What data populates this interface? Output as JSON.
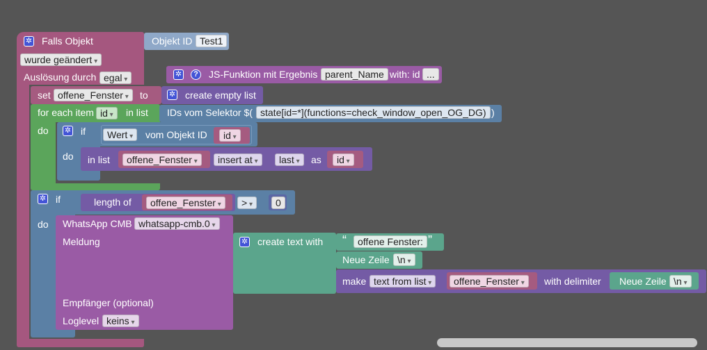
{
  "event": {
    "title": "Falls Objekt",
    "object_id_label": "Objekt ID",
    "object_id_value": "Test1",
    "trigger_value": "wurde geändert",
    "trigger_by_label": "Auslösung durch",
    "trigger_by_value": "egal"
  },
  "js_function": {
    "label": "JS-Funktion mit Ergebnis",
    "name": "parent_Name",
    "with_label": "with: id",
    "more": "..."
  },
  "set_block": {
    "set_label": "set",
    "variable": "offene_Fenster",
    "to_label": "to",
    "create_empty_list": "create empty list"
  },
  "foreach": {
    "label": "for each item",
    "item_var": "id",
    "in_list": "in list",
    "selector_label": "IDs vom Selektor $(",
    "selector_value": "state[id=*](functions=check_window_open_OG_DG)",
    "selector_close": ")",
    "do_label": "do"
  },
  "inner_if": {
    "if_label": "if",
    "wert": "Wert",
    "vom_objekt": "vom Objekt ID",
    "id_var": "id",
    "do_label": "do",
    "in_list": "in list",
    "list_var": "offene_Fenster",
    "insert_at": "insert at",
    "last": "last",
    "as_label": "as",
    "as_var": "id"
  },
  "outer_if": {
    "if_label": "if",
    "length_of": "length of",
    "list_var": "offene_Fenster",
    "operator": ">",
    "number": "0",
    "do_label": "do"
  },
  "whatsapp": {
    "label": "WhatsApp CMB",
    "instance": "whatsapp-cmb.0",
    "meldung": "Meldung",
    "empfaenger": "Empfänger (optional)",
    "loglevel_label": "Loglevel",
    "loglevel_value": "keins"
  },
  "create_text": {
    "label": "create text with",
    "open_quote": "“",
    "close_quote": "”",
    "text_value": "offene Fenster:",
    "newline_label": "Neue Zeile",
    "newline_value": "\\n",
    "make_label": "make",
    "make_mode": "text from list",
    "make_var": "offene_Fenster",
    "delimiter_label": "with delimiter",
    "delimiter_newline_label": "Neue Zeile",
    "delimiter_newline_value": "\\n"
  },
  "colors": {
    "event": "#a5577f",
    "variable": "#a55b80",
    "loop": "#5ba55b",
    "logic": "#5b80a5",
    "list": "#745ba5",
    "text": "#5ba58c",
    "function": "#9a5ba5",
    "gear": "#4354d6"
  }
}
